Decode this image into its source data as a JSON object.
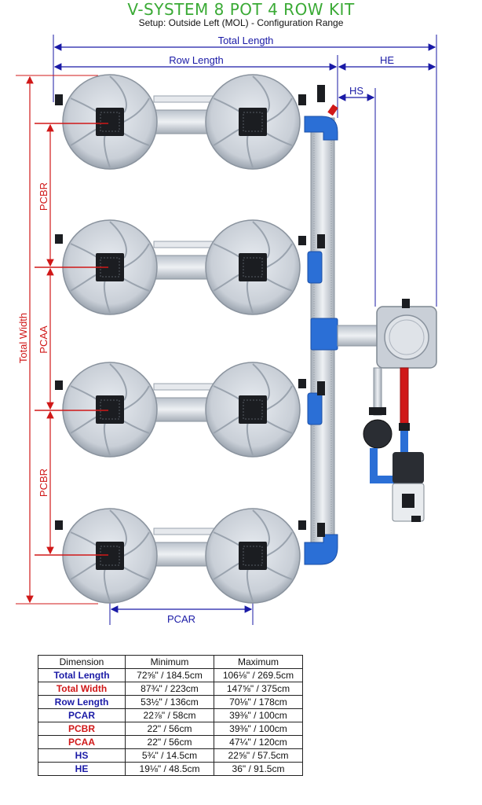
{
  "title": "V-SYSTEM 8 POT 4 ROW KIT",
  "subtitle": "Setup: Outside Left (MOL) - Configuration Range",
  "labels": {
    "total_length": "Total Length",
    "row_length": "Row Length",
    "he": "HE",
    "hs": "HS",
    "total_width": "Total Width",
    "pcbr": "PCBR",
    "pcaa": "PCAA",
    "pcar": "PCAR"
  },
  "colors": {
    "title_green": "#3aaa35",
    "dimension_blue": "#1a1aa6",
    "dimension_red": "#d01818",
    "pipe_blue": "#2b6fd6",
    "return_red": "#d01818"
  },
  "table": {
    "headers": [
      "Dimension",
      "Minimum",
      "Maximum"
    ],
    "rows": [
      {
        "name": "Total Length",
        "min": "72⅝\" / 184.5cm",
        "max": "106⅛\" / 269.5cm",
        "color": "blue"
      },
      {
        "name": "Total Width",
        "min": "87¾\" / 223cm",
        "max": "147⅝\" / 375cm",
        "color": "red"
      },
      {
        "name": "Row Length",
        "min": "53½\" / 136cm",
        "max": "70⅛\" / 178cm",
        "color": "blue"
      },
      {
        "name": "PCAR",
        "min": "22⅞\" / 58cm",
        "max": "39⅜\" / 100cm",
        "color": "blue"
      },
      {
        "name": "PCBR",
        "min": "22\" / 56cm",
        "max": "39⅜\" / 100cm",
        "color": "red"
      },
      {
        "name": "PCAA",
        "min": "22\" / 56cm",
        "max": "47¼\" / 120cm",
        "color": "red"
      },
      {
        "name": "HS",
        "min": "5¾\" / 14.5cm",
        "max": "22⅝\" / 57.5cm",
        "color": "blue"
      },
      {
        "name": "HE",
        "min": "19⅛\" / 48.5cm",
        "max": "36\" / 91.5cm",
        "color": "blue"
      }
    ]
  }
}
